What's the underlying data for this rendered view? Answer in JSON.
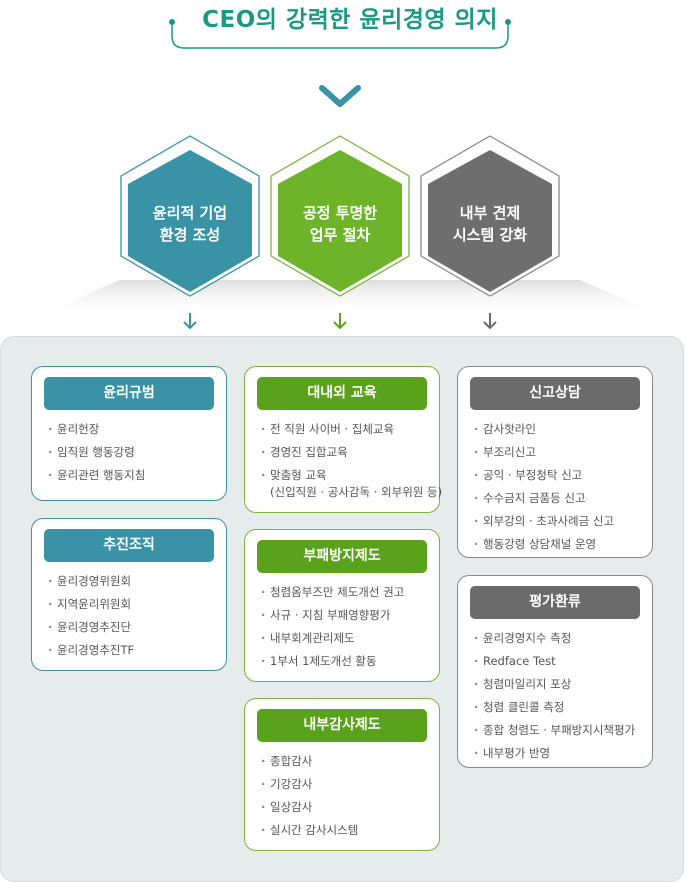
{
  "title": "CEO의 강력한 윤리경영 의지",
  "colors": {
    "teal": "#3a92a6",
    "green": "#5aa11c",
    "gray": "#6b6b6b",
    "title": "#1a9a86",
    "panel": "#e6ebeb"
  },
  "pillars": [
    {
      "line1": "윤리적 기업",
      "line2": "환경 조성",
      "color": "teal"
    },
    {
      "line1": "공정 투명한",
      "line2": "업무 절차",
      "color": "green"
    },
    {
      "line1": "내부 견제",
      "line2": "시스템 강화",
      "color": "gray"
    }
  ],
  "columns": [
    {
      "boxes": [
        {
          "title": "윤리규범",
          "items": [
            "윤리헌장",
            "임직원 행동강령",
            "윤리관련 행동지침"
          ]
        },
        {
          "title": "추진조직",
          "items": [
            "윤리경영위원회",
            "지역윤리위원회",
            "윤리경영추진단",
            "윤리경영추진TF"
          ]
        }
      ]
    },
    {
      "boxes": [
        {
          "title": "대내외 교육",
          "items": [
            "전 직원 사이버 · 집체교육",
            "경영진 집합교육",
            "맞춤형 교육"
          ],
          "items_sub": "(신입직원 · 공사감독 · 외부위원 등)"
        },
        {
          "title": "부패방지제도",
          "items": [
            "청렴옴부즈만 제도개선 권고",
            "사규 · 지침 부패영향평가",
            "내부회계관리제도",
            "1부서 1제도개선 활동"
          ]
        },
        {
          "title": "내부감사제도",
          "items": [
            "종합감사",
            "기강감사",
            "일상감사",
            "실시간 감사시스템"
          ]
        }
      ]
    },
    {
      "boxes": [
        {
          "title": "신고상담",
          "items": [
            "감사핫라인",
            "부조리신고",
            "공익 · 부정청탁 신고",
            "수수금지 금품등 신고",
            "외부강의 · 초과사례금 신고",
            "행동강령 상담채널 운영"
          ]
        },
        {
          "title": "평가환류",
          "items": [
            "윤리경영지수 측정",
            "Redface Test",
            "청렴마일리지 포상",
            "청렴 클린콜 측정",
            "종합 청렴도 · 부패방지시책평가",
            "내부평가 반영"
          ]
        }
      ]
    }
  ]
}
